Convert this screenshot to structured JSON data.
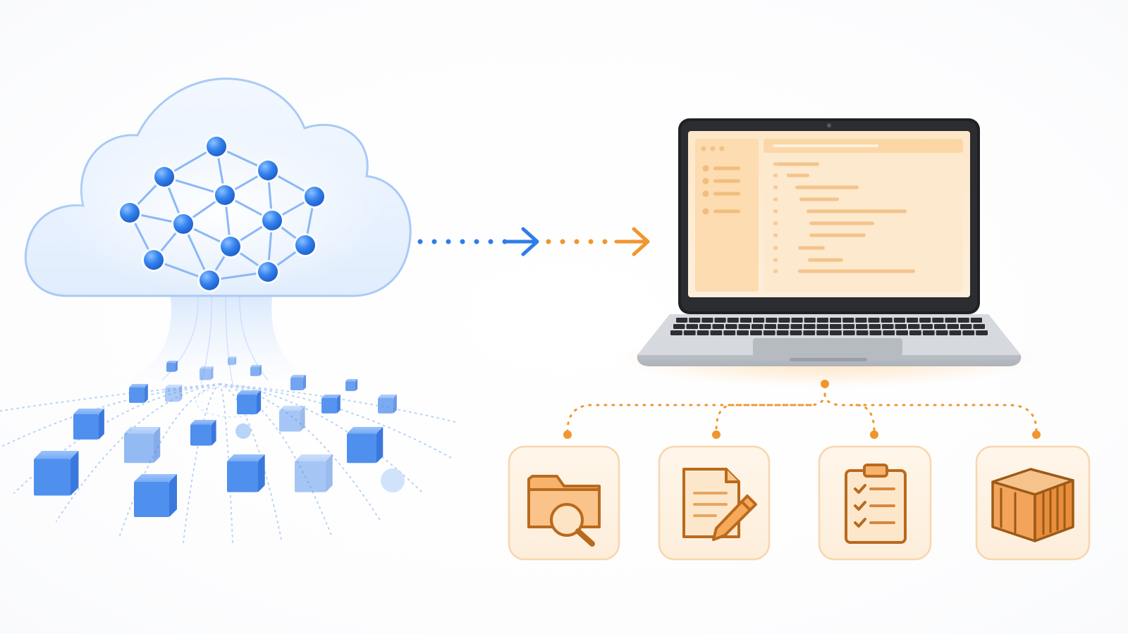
{
  "colors": {
    "cloud_blue": "#4a8ff0",
    "cloud_blue_light": "#cfe2fc",
    "cloud_outline": "#a9caf6",
    "node_blue": "#2f7de8",
    "cube_blue": "#4f8fee",
    "arrow_blue": "#2f7de8",
    "accent_orange": "#f0962f",
    "tile_fill": "#fdf1e2",
    "tile_border": "#f8d6ae",
    "icon_stroke": "#cc7a26",
    "icon_fill": "#f8be82",
    "screen_bg": "#fde9cb",
    "laptop_body": "#c8ccd2"
  },
  "cloud": {
    "semantic": "cloud-network",
    "node_count": 13
  },
  "transfer_arrow": {
    "semantic": "download-arrow",
    "segments": [
      "blue",
      "orange"
    ]
  },
  "laptop": {
    "semantic": "laptop-with-code-editor"
  },
  "tools": [
    {
      "icon": "folder-search-icon"
    },
    {
      "icon": "document-edit-icon"
    },
    {
      "icon": "clipboard-checklist-icon"
    },
    {
      "icon": "container-box-icon"
    }
  ]
}
